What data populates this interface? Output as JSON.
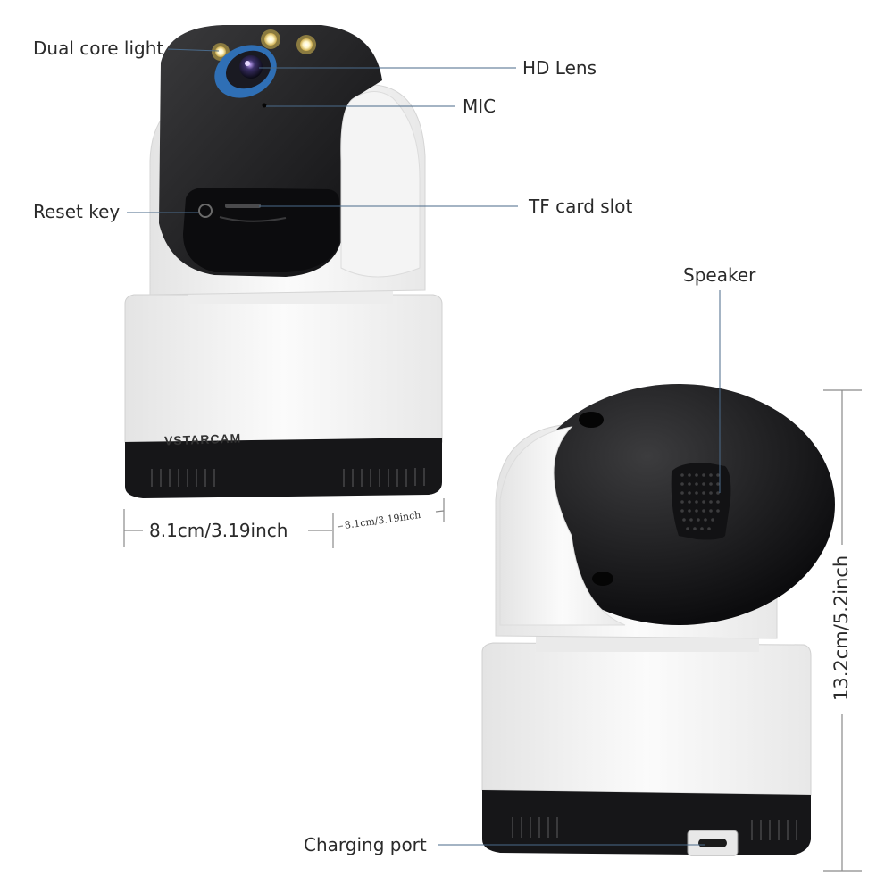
{
  "callouts": {
    "dual_core_light": "Dual core light",
    "hd_lens": "HD Lens",
    "mic": "MIC",
    "reset_key": "Reset key",
    "tf_card_slot": "TF card slot",
    "speaker": "Speaker",
    "charging_port": "Charging port"
  },
  "dimensions": {
    "width_front": "8.1cm/3.19inch",
    "width_side": "8.1cm/3.19inch",
    "height": "13.2cm/5.2inch"
  },
  "brand": {
    "logo_text": "VSTARCAM"
  },
  "colors": {
    "callout_line": "#4a6a8a",
    "body_white": "#f2f2f2",
    "head_black": "#1c1c1e",
    "lens_blue": "#2f6fb5"
  }
}
